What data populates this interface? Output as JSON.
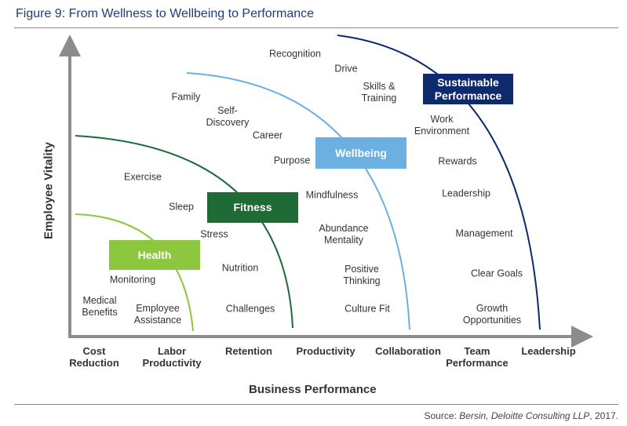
{
  "title": "Figure 9: From Wellness to Wellbeing to Performance",
  "source_prefix": "Source: ",
  "source_italic": "Bersin, Deloitte Consulting LLP",
  "source_suffix": ", 2017.",
  "x_axis_title": "Business Performance",
  "y_axis_title": "Employee Vitality",
  "x_ticks": [
    "Cost\nReduction",
    "Labor\nProductivity",
    "Retention",
    "Productivity",
    "Collaboration",
    "Team\nPerformance",
    "Leadership"
  ],
  "boxes": {
    "health": {
      "label": "Health",
      "color": "#8dc63f"
    },
    "fitness": {
      "label": "Fitness",
      "color": "#1e6b35"
    },
    "wellbeing": {
      "label": "Wellbeing",
      "color": "#6cb0e2"
    },
    "sustainable": {
      "label": "Sustainable\nPerformance",
      "color": "#0e2a6e"
    }
  },
  "arc_colors": {
    "health": "#8dc63f",
    "fitness": "#1e6b35",
    "wellbeing": "#6cb0e2",
    "sustainable": "#0e2a6e"
  },
  "labels": {
    "medical_benefits": "Medical\nBenefits",
    "employee_assistance": "Employee\nAssistance",
    "monitoring": "Monitoring",
    "exercise": "Exercise",
    "sleep": "Sleep",
    "stress": "Stress",
    "nutrition": "Nutrition",
    "challenges": "Challenges",
    "family": "Family",
    "self_discovery": "Self-\nDiscovery",
    "career": "Career",
    "purpose": "Purpose",
    "mindfulness": "Mindfulness",
    "abundance_mentality": "Abundance\nMentality",
    "positive_thinking": "Positive\nThinking",
    "culture_fit": "Culture Fit",
    "recognition": "Recognition",
    "drive": "Drive",
    "skills_training": "Skills &\nTraining",
    "work_environment": "Work\nEnvironment",
    "rewards": "Rewards",
    "leadership": "Leadership",
    "management": "Management",
    "clear_goals": "Clear Goals",
    "growth_opportunities": "Growth\nOpportunities"
  }
}
